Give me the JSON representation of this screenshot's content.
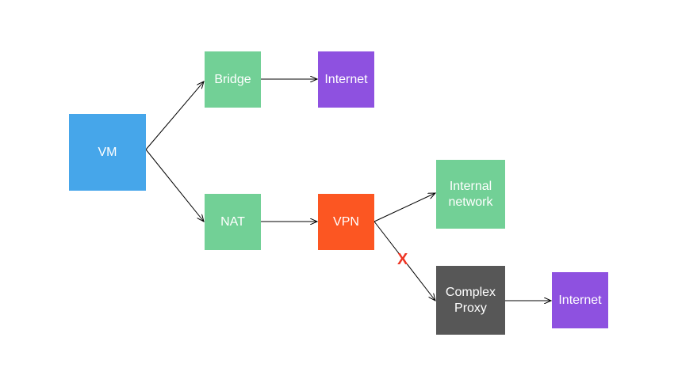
{
  "colors": {
    "vm": "#46a6ea",
    "green": "#72d096",
    "purple": "#8e51e0",
    "orange": "#fc5622",
    "dark": "#575757",
    "edge": "#000000",
    "blocked": "#ee3524"
  },
  "nodes": {
    "vm": "VM",
    "bridge": "Bridge",
    "internet_1": "Internet",
    "nat": "NAT",
    "vpn": "VPN",
    "internal_network": "Internal\nnetwork",
    "complex_proxy": "Complex\nProxy",
    "internet_2": "Internet"
  },
  "edges": [
    {
      "from": "vm",
      "to": "bridge"
    },
    {
      "from": "vm",
      "to": "nat"
    },
    {
      "from": "bridge",
      "to": "internet_1"
    },
    {
      "from": "nat",
      "to": "vpn"
    },
    {
      "from": "vpn",
      "to": "internal_network"
    },
    {
      "from": "vpn",
      "to": "complex_proxy",
      "blocked": true
    },
    {
      "from": "complex_proxy",
      "to": "internet_2"
    }
  ],
  "blocked_mark": "X"
}
